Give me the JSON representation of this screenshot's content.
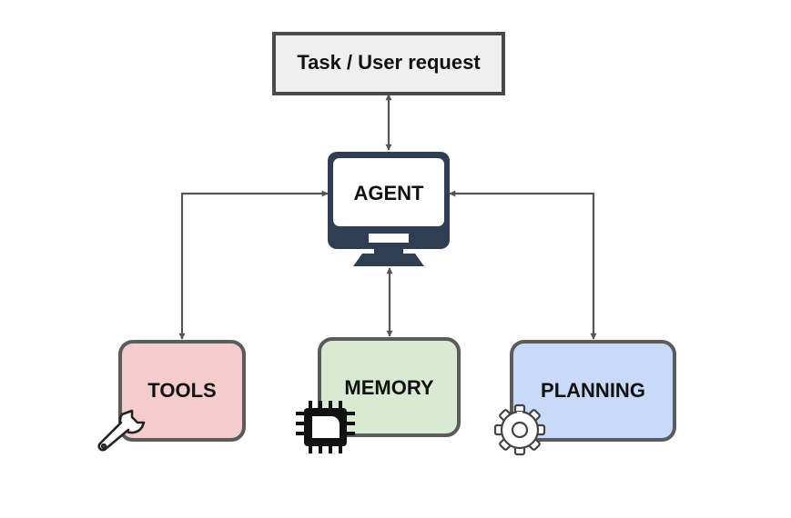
{
  "diagram": {
    "request_node": {
      "label": "Task / User request",
      "fill": "#efefef",
      "stroke": "#4a4a4a"
    },
    "agent_node": {
      "label": "AGENT",
      "monitor_color": "#2f3e53",
      "screen_fill": "#ffffff"
    },
    "tools_node": {
      "label": "TOOLS",
      "fill": "#f4cccc",
      "icon": "wrench-icon"
    },
    "memory_node": {
      "label": "MEMORY",
      "fill": "#d9ead3",
      "icon": "cpu-chip-icon"
    },
    "planning_node": {
      "label": "PLANNING",
      "fill": "#c9daf8",
      "icon": "gear-icon"
    },
    "node_stroke": "#5b5b5b",
    "edge_color": "#555555"
  }
}
